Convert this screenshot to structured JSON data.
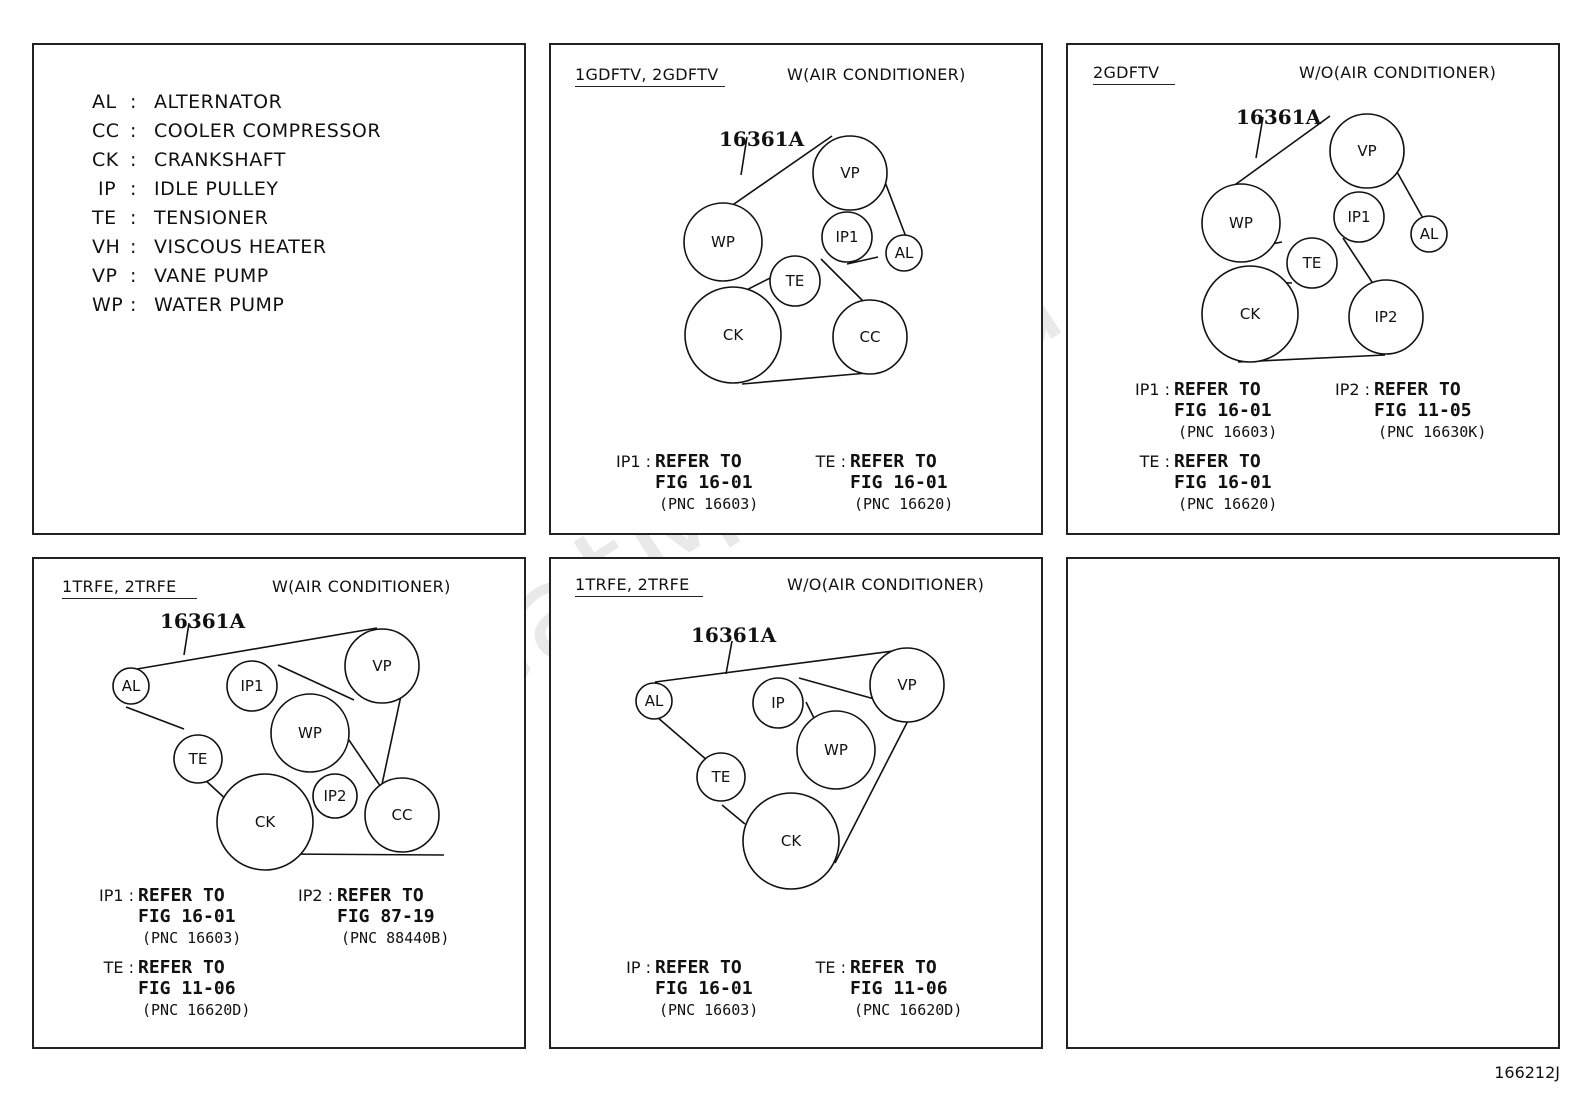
{
  "legend": [
    {
      "abbr": "AL",
      "name": "ALTERNATOR"
    },
    {
      "abbr": "CC",
      "name": "COOLER COMPRESSOR"
    },
    {
      "abbr": "CK",
      "name": "CRANKSHAFT"
    },
    {
      "abbr": "IP",
      "name": "IDLE PULLEY"
    },
    {
      "abbr": "TE",
      "name": "TENSIONER"
    },
    {
      "abbr": "VH",
      "name": "VISCOUS HEATER"
    },
    {
      "abbr": "VP",
      "name": "VANE PUMP"
    },
    {
      "abbr": "WP",
      "name": "WATER PUMP"
    }
  ],
  "colon": ":",
  "panels": {
    "p2": {
      "engine": "1GDFTV, 2GDFTV",
      "condition": "W(AIR CONDITIONER)",
      "belt_part": "16361A",
      "pulleys": {
        "vp": "VP",
        "wp": "WP",
        "ip1": "IP1",
        "al": "AL",
        "te": "TE",
        "ck": "CK",
        "cc": "CC"
      },
      "notes": [
        {
          "label": "IP1 :",
          "line1": "REFER TO",
          "line2": "FIG 16-01",
          "line3": "(PNC 16603)"
        },
        {
          "label": "TE :",
          "line1": "REFER TO",
          "line2": "FIG 16-01",
          "line3": "(PNC 16620)"
        }
      ]
    },
    "p3": {
      "engine": "2GDFTV",
      "condition": "W/O(AIR CONDITIONER)",
      "belt_part": "16361A",
      "pulleys": {
        "vp": "VP",
        "wp": "WP",
        "ip1": "IP1",
        "al": "AL",
        "te": "TE",
        "ck": "CK",
        "ip2": "IP2"
      },
      "notes": [
        {
          "label": "IP1 :",
          "line1": "REFER TO",
          "line2": "FIG 16-01",
          "line3": "(PNC 16603)"
        },
        {
          "label": "IP2 :",
          "line1": "REFER TO",
          "line2": "FIG 11-05",
          "line3": "(PNC 16630K)"
        },
        {
          "label": "TE :",
          "line1": "REFER TO",
          "line2": "FIG 16-01",
          "line3": "(PNC 16620)"
        }
      ]
    },
    "p4": {
      "engine": "1TRFE, 2TRFE",
      "condition": "W(AIR CONDITIONER)",
      "belt_part": "16361A",
      "pulleys": {
        "al": "AL",
        "ip1": "IP1",
        "vp": "VP",
        "wp": "WP",
        "te": "TE",
        "ip2": "IP2",
        "ck": "CK",
        "cc": "CC"
      },
      "notes": [
        {
          "label": "IP1 :",
          "line1": "REFER TO",
          "line2": "FIG 16-01",
          "line3": "(PNC 16603)"
        },
        {
          "label": "IP2 :",
          "line1": "REFER TO",
          "line2": "FIG 87-19",
          "line3": "(PNC 88440B)"
        },
        {
          "label": "TE :",
          "line1": "REFER TO",
          "line2": "FIG 11-06",
          "line3": "(PNC 16620D)"
        }
      ]
    },
    "p5": {
      "engine": "1TRFE, 2TRFE",
      "condition": "W/O(AIR CONDITIONER)",
      "belt_part": "16361A",
      "pulleys": {
        "al": "AL",
        "ip": "IP",
        "vp": "VP",
        "wp": "WP",
        "te": "TE",
        "ck": "CK"
      },
      "notes": [
        {
          "label": "IP :",
          "line1": "REFER TO",
          "line2": "FIG 16-01",
          "line3": "(PNC 16603)"
        },
        {
          "label": "TE :",
          "line1": "REFER TO",
          "line2": "FIG 11-06",
          "line3": "(PNC 16620D)"
        }
      ]
    }
  },
  "figure_id": "166212J",
  "watermark": "ToyotaCatMins.ru"
}
